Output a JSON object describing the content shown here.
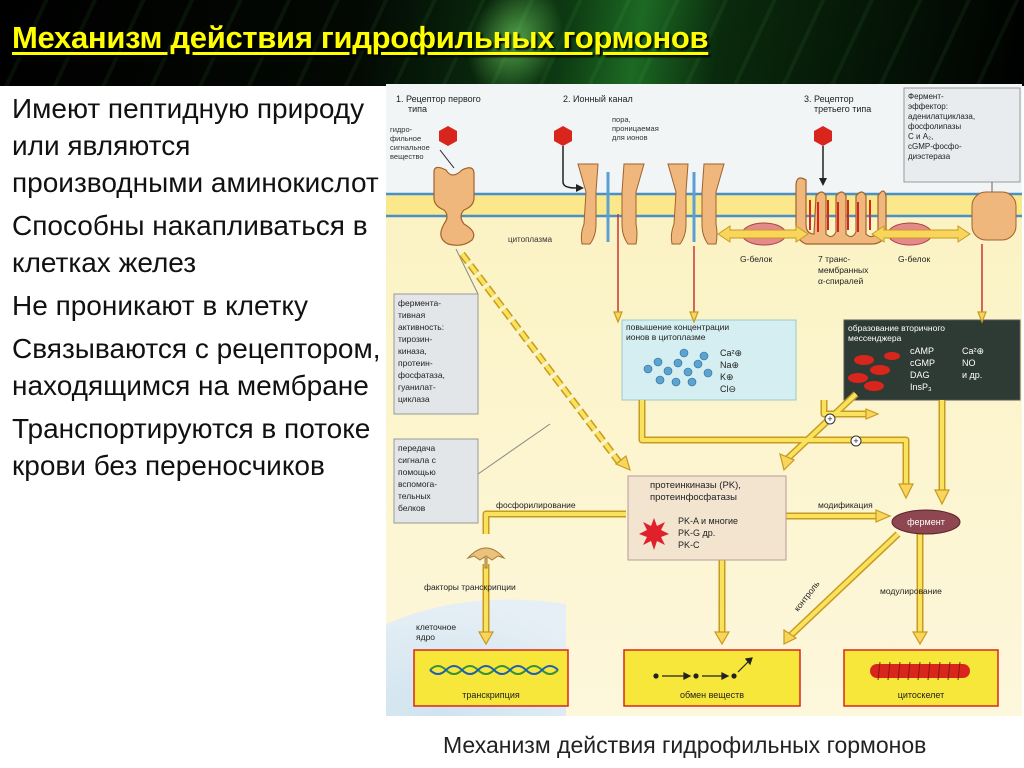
{
  "slide": {
    "title": "Механизм действия гидрофильных гормонов",
    "bullets": [
      "Имеют пептидную природу или являются производными аминокислот",
      "Способны накапливаться в клетках желез",
      "Не проникают в клетку",
      "Связываются с рецептором, находящимся на мембране",
      "Транспортируются в потоке крови без переносчиков"
    ]
  },
  "diagram": {
    "caption": "Механизм действия гидрофильных гормонов",
    "receptor_types": {
      "r1": [
        "1. Рецептор первого",
        "типа"
      ],
      "r2": [
        "2. Ионный канал"
      ],
      "r3": [
        "3. Рецептор",
        "третьего типа"
      ]
    },
    "hormone_label": [
      "гидро-",
      "фильное",
      "сигнальное",
      "вещество"
    ],
    "pore_label": [
      "пора,",
      "проницаемая",
      "для ионов"
    ],
    "effector_label": [
      "Фермент-",
      "эффектор:",
      "аденилатциклаза,",
      "фосфолипазы",
      "C и A₂,",
      "cGMP-фосфо-",
      "диэстераза"
    ],
    "cytoplasm": "цитоплазма",
    "g_protein_left": "G-белок",
    "g_protein_right": "G-белок",
    "helix_label": [
      "7 транс-",
      "мембранных",
      "α-спиралей"
    ],
    "enzyme_activity": [
      "фермента-",
      "тивная",
      "активность:",
      "тирозин-",
      "киназа,",
      "протеин-",
      "фосфатаза,",
      "гуанилат-",
      "циклаза"
    ],
    "ion_box": {
      "title": [
        "повышение концентрации",
        "ионов в цитоплазме"
      ],
      "ions": [
        "Ca²⊕",
        "Na⊕",
        "K⊕",
        "Cl⊖"
      ]
    },
    "messenger_box": {
      "title": [
        "образование вторичного",
        "мессенджера"
      ],
      "left": [
        "cAMP",
        "cGMP",
        "DAG",
        "InsP₃"
      ],
      "right": [
        "Ca²⊕",
        "NO",
        "и др."
      ]
    },
    "transfer_label": [
      "передача",
      "сигнала с",
      "помощью",
      "вспомога-",
      "тельных",
      "белков"
    ],
    "kinase_box": {
      "title": [
        "протеинкиназы (PK),",
        "протеинфосфатазы"
      ],
      "items": [
        "PK-A и многие",
        "PK-G др.",
        "PK-C"
      ]
    },
    "phosphorylation": "фосфорилирование",
    "modification": "модификация",
    "enzyme": "фермент",
    "transcription_factors": "факторы транскрипции",
    "nucleus": [
      "клеточное",
      "ядро"
    ],
    "control": "контроль",
    "modulation": "модулирование",
    "plus": "+",
    "outputs": [
      "транскрипция",
      "обмен веществ",
      "цитоскелет"
    ]
  }
}
